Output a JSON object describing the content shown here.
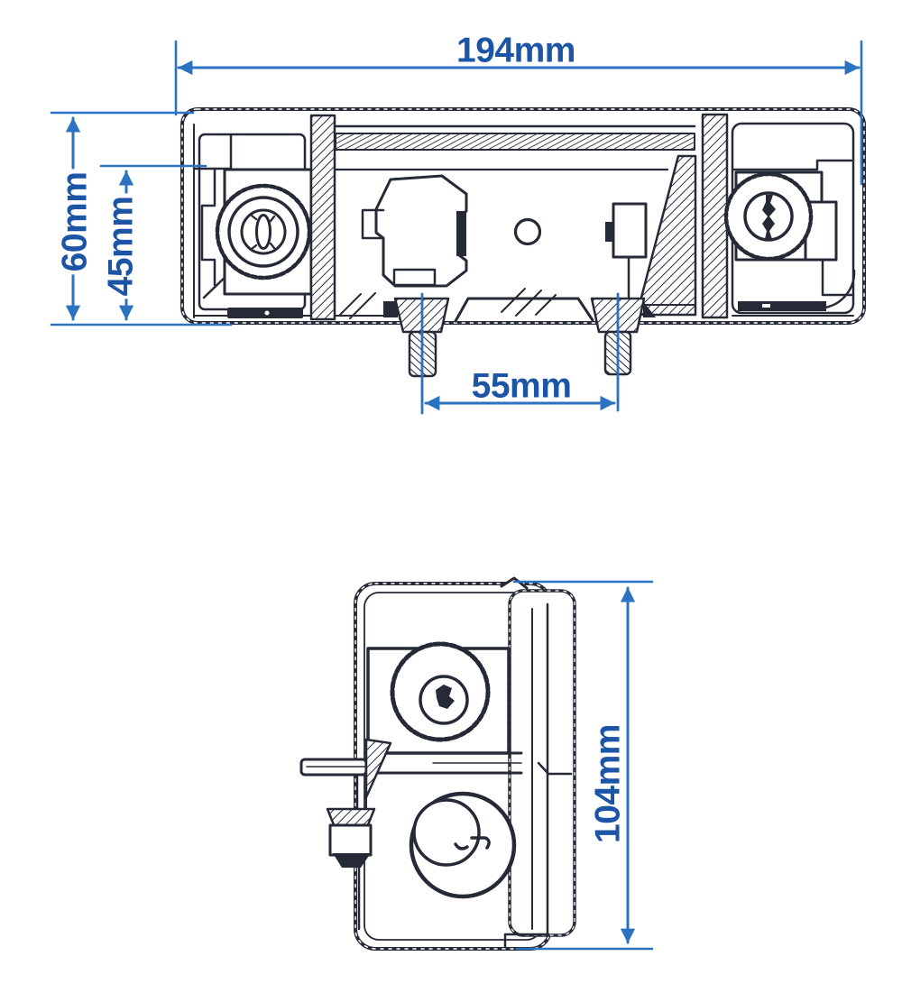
{
  "drawing": {
    "units": "mm",
    "colors": {
      "dimension_text": "#1c55a6",
      "dimension_line": "#2b72c0",
      "line_art": "#252a36",
      "background": "#ffffff"
    },
    "views": {
      "front": {
        "dimensions": {
          "overall_width": {
            "label": "194mm",
            "value": 194,
            "axis": "horizontal"
          },
          "overall_height": {
            "label": "60mm",
            "value": 60,
            "axis": "vertical"
          },
          "inner_height": {
            "label": "45mm",
            "value": 45,
            "axis": "vertical"
          },
          "stud_spacing": {
            "label": "55mm",
            "value": 55,
            "axis": "horizontal"
          }
        }
      },
      "side": {
        "dimensions": {
          "overall_height": {
            "label": "104mm",
            "value": 104,
            "axis": "vertical"
          }
        }
      }
    }
  }
}
